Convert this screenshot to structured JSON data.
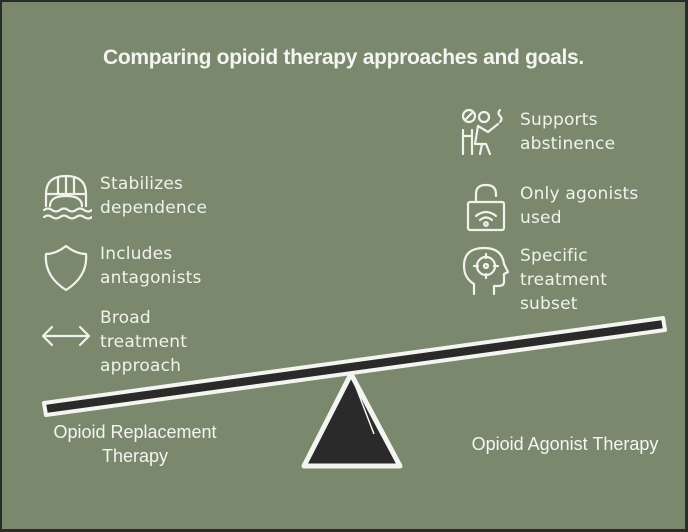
{
  "title": "Comparing opioid therapy approaches and goals.",
  "colors": {
    "background": "#7a886e",
    "frame": "#2b2b2b",
    "foreground": "#f4f4f0",
    "beam_fill": "#2a2a2a"
  },
  "left": {
    "heading": "Opioid Replacement Therapy",
    "heading_lines": [
      "Opioid Replacement",
      "Therapy"
    ],
    "items": [
      {
        "icon": "bridge-water-icon",
        "label": "Stabilizes\ndependence"
      },
      {
        "icon": "shield-icon",
        "label": "Includes\nantagonists"
      },
      {
        "icon": "double-arrow-icon",
        "label": "Broad\ntreatment\napproach"
      }
    ]
  },
  "right": {
    "heading": "Opioid Agonist Therapy",
    "items": [
      {
        "icon": "person-refusing-icon",
        "label": "Supports\nabstinence"
      },
      {
        "icon": "lock-wifi-icon",
        "label": "Only agonists\nused"
      },
      {
        "icon": "head-target-icon",
        "label": "Specific\ntreatment\nsubset"
      }
    ]
  }
}
